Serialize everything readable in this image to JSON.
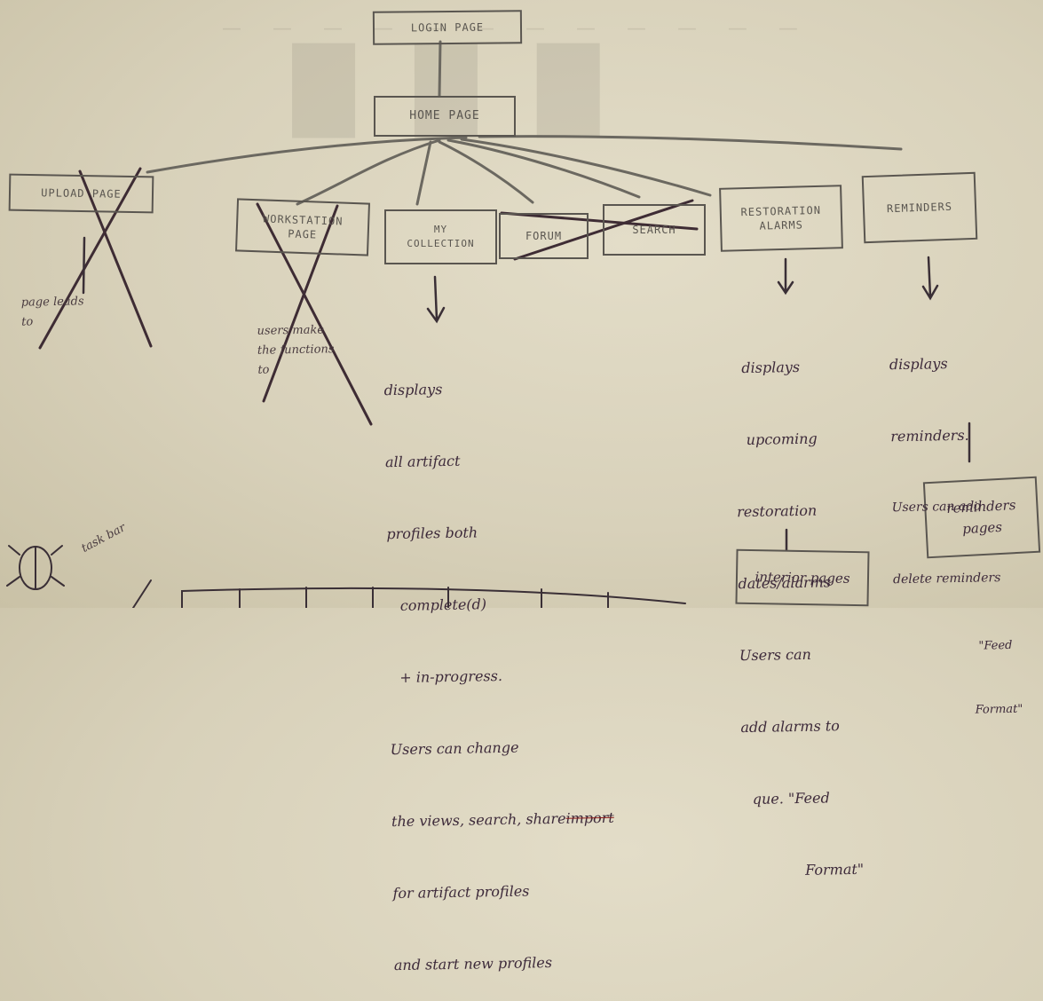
{
  "boxes": {
    "login": "LOGIN PAGE",
    "home": "HOME PAGE",
    "upload": "UPLOAD PAGE",
    "workstation": "WORKSTATION PAGE",
    "my_collection": "MY COLLECTION",
    "forum": "FORUM",
    "search": "SEARCH",
    "restoration": "RESTORATION ALARMS",
    "reminders": "REMINDERS",
    "reminders_pages": "reminders pages",
    "interior_pages": "interior pages"
  },
  "notes": {
    "upload": "page leads\nto",
    "workstation": "users make\nthe functions\nto",
    "collection_lines": [
      "displays",
      "all artifact",
      "profiles both",
      "complete(d)",
      "+ in-progress.",
      "Users can change",
      "the views, search, share",
      "for artifact profiles",
      "and start new profiles"
    ],
    "collection_crossed": "import",
    "restoration_lines": [
      "displays",
      "upcoming",
      "restoration",
      "dates/alarms",
      "Users can",
      "add alarms to",
      "que. \"Feed",
      "Format\""
    ],
    "reminders_lines": [
      "displays",
      "reminders.",
      "Users can add",
      "delete reminders",
      "\"Feed",
      "Format\""
    ],
    "taskbar": "task bar"
  },
  "colors": {
    "paper": "#dcd6c2",
    "pencil": "#5a5650",
    "ink": "#3d2a3a",
    "red_ink": "#8a1a1a"
  }
}
